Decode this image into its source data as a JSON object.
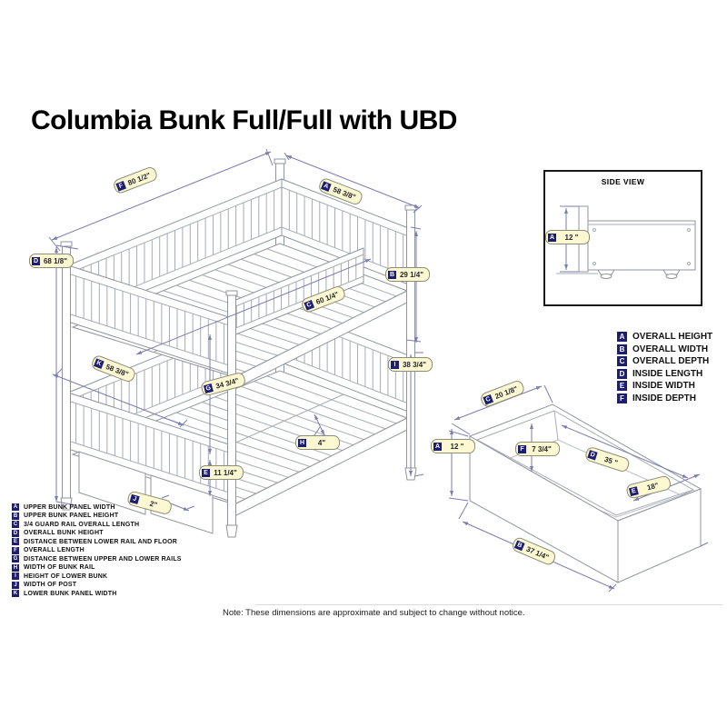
{
  "title": "Columbia Bunk Full/Full with UBD",
  "note": "Note:  These dimensions are approximate and subject to change without notice.",
  "side_view": {
    "title": "SIDE VIEW",
    "dimension": {
      "letter": "A",
      "value": "12 \""
    }
  },
  "bed_dimensions": [
    {
      "letter": "F",
      "value": "80 1/2\""
    },
    {
      "letter": "A",
      "value": "58 3/8\""
    },
    {
      "letter": "D",
      "value": "68 1/8\""
    },
    {
      "letter": "B",
      "value": "29 1/4\""
    },
    {
      "letter": "C",
      "value": "60 1/4\""
    },
    {
      "letter": "K",
      "value": "58 3/8\""
    },
    {
      "letter": "G",
      "value": "34 3/4\""
    },
    {
      "letter": "I",
      "value": "38 3/4\""
    },
    {
      "letter": "H",
      "value": "4\""
    },
    {
      "letter": "E",
      "value": "11 1/4\""
    },
    {
      "letter": "J",
      "value": "2\""
    }
  ],
  "drawer_dimensions": [
    {
      "letter": "C",
      "value": "20 1/8\""
    },
    {
      "letter": "A",
      "value": "12 \""
    },
    {
      "letter": "F",
      "value": "7 3/4\""
    },
    {
      "letter": "D",
      "value": "35 \""
    },
    {
      "letter": "E",
      "value": "18\""
    },
    {
      "letter": "B",
      "value": "37 1/4\""
    }
  ],
  "legend_bed": {
    "items": [
      {
        "letter": "A",
        "label": "UPPER BUNK PANEL WIDTH"
      },
      {
        "letter": "B",
        "label": "UPPER BUNK PANEL HEIGHT"
      },
      {
        "letter": "C",
        "label": "3/4 GUARD RAIL OVERALL LENGTH"
      },
      {
        "letter": "D",
        "label": "OVERALL BUNK HEIGHT"
      },
      {
        "letter": "E",
        "label": "DISTANCE BETWEEN LOWER RAIL AND FLOOR"
      },
      {
        "letter": "F",
        "label": "OVERALL LENGTH"
      },
      {
        "letter": "G",
        "label": "DISTANCE BETWEEN UPPER AND LOWER RAILS"
      },
      {
        "letter": "H",
        "label": "WIDTH OF BUNK RAIL"
      },
      {
        "letter": "I",
        "label": "HEIGHT OF LOWER BUNK"
      },
      {
        "letter": "J",
        "label": "WIDTH OF POST"
      },
      {
        "letter": "K",
        "label": "LOWER BUNK PANEL WIDTH"
      }
    ]
  },
  "legend_drawer": {
    "items": [
      {
        "letter": "A",
        "label": "OVERALL HEIGHT"
      },
      {
        "letter": "B",
        "label": "OVERALL WIDTH"
      },
      {
        "letter": "C",
        "label": "OVERALL DEPTH"
      },
      {
        "letter": "D",
        "label": "INSIDE LENGTH"
      },
      {
        "letter": "E",
        "label": "INSIDE WIDTH"
      },
      {
        "letter": "F",
        "label": "INSIDE DEPTH"
      }
    ]
  },
  "colors": {
    "badge": "#1d1d72",
    "pill_bg": "#fbf8d2",
    "dim_line": "#7b7dae",
    "art_line": "#8f959d"
  }
}
